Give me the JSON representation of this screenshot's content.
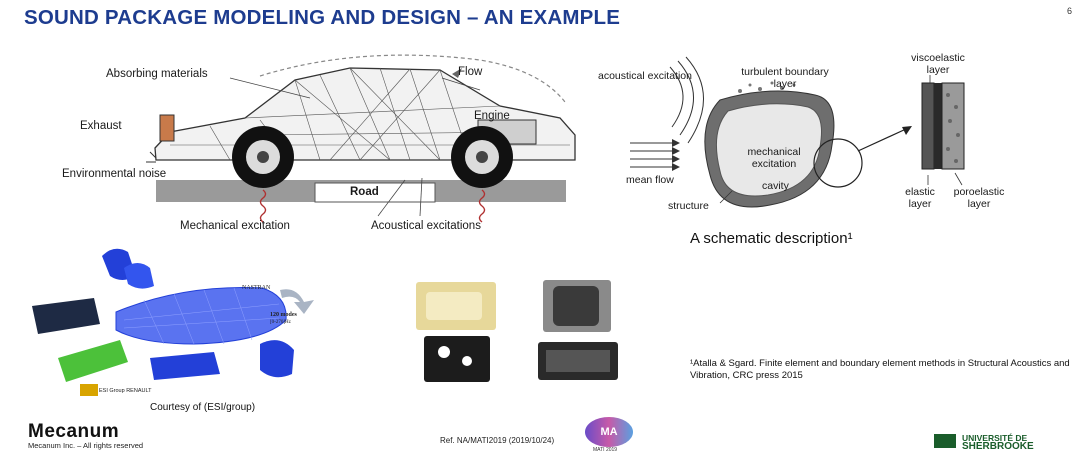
{
  "slide": {
    "title": "SOUND PACKAGE MODELING AND DESIGN – AN EXAMPLE",
    "page_number": "6"
  },
  "car_diagram": {
    "absorbing_materials": "Absorbing materials",
    "flow": "Flow",
    "exhaust": "Exhaust",
    "engine": "Engine",
    "environmental_noise": "Environmental noise",
    "road": "Road",
    "mechanical_excitation": "Mechanical excitation",
    "acoustical_excitations": "Acoustical excitations"
  },
  "schematic": {
    "acoustical_excitation": "acoustical excitation",
    "turbulent_boundary_layer": "turbulent boundary layer",
    "viscoelastic_layer": "viscoelastic layer",
    "mechanical_excitation": "mechanical excitation",
    "cavity": "cavity",
    "mean_flow": "mean flow",
    "structure": "structure",
    "elastic_layer": "elastic layer",
    "poroelastic_layer": "poroelastic layer",
    "caption": "A schematic description¹"
  },
  "fe_model": {
    "nastran": "NASTRAN",
    "modes": "120 modes",
    "freq_range": "[0-270]Hz",
    "esi_renault": "ESI Group RENAULT",
    "courtesy": "Courtesy of (ESI/group)"
  },
  "reference": "¹Atalla & Sgard. Finite element and boundary element methods in Structural Acoustics and Vibration, CRC press 2015",
  "footer": {
    "mecanum": "Mecanum",
    "rights": "Mecanum Inc. – All rights reserved",
    "ref": "Ref. NA/MATI2019  (2019/10/24)",
    "mati_logo": "MA",
    "mati_label": "MATI 2019",
    "univ_line1": "UNIVERSITÉ DE",
    "univ_line2": "SHERBROOKE"
  },
  "colors": {
    "title": "#1d3c8f",
    "part_blue": "#2340d8",
    "part_green": "#4cc13a",
    "sherbrooke_green": "#1a5d2b"
  }
}
